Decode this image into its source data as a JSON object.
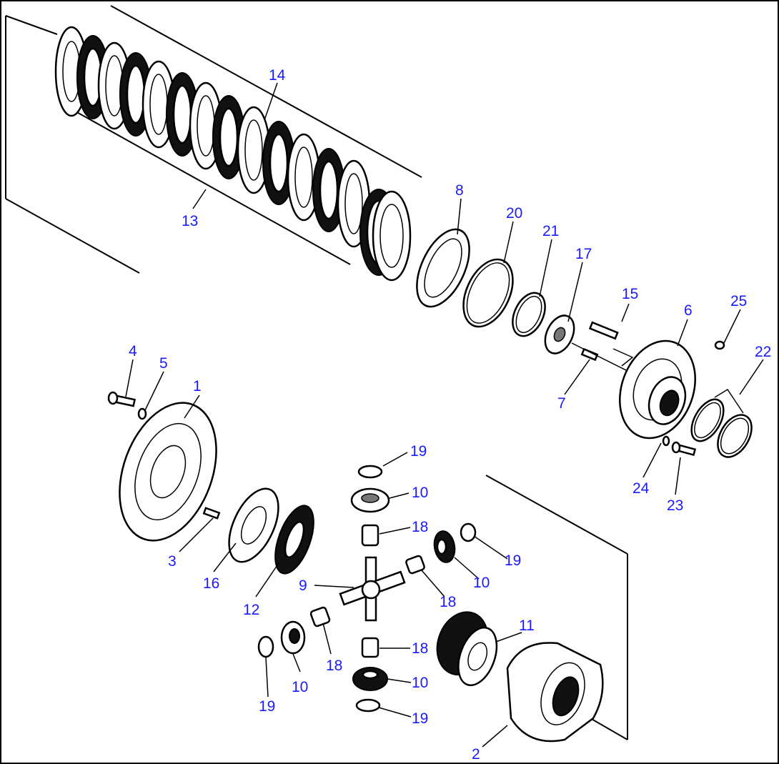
{
  "labels": {
    "p1": "1",
    "p2": "2",
    "p3": "3",
    "p4": "4",
    "p5": "5",
    "p6": "6",
    "p7": "7",
    "p8": "8",
    "p9": "9",
    "p10a": "10",
    "p10b": "10",
    "p10c": "10",
    "p10d": "10",
    "p11": "11",
    "p12": "12",
    "p13": "13",
    "p14": "14",
    "p15": "15",
    "p16": "16",
    "p17": "17",
    "p18a": "18",
    "p18b": "18",
    "p18c": "18",
    "p18d": "18",
    "p19a": "19",
    "p19b": "19",
    "p19c": "19",
    "p19d": "19",
    "p20": "20",
    "p21": "21",
    "p22": "22",
    "p23": "23",
    "p24": "24",
    "p25": "25"
  },
  "colors": {
    "label": "#1a1aff",
    "line": "#000000",
    "background": "#ffffff"
  }
}
